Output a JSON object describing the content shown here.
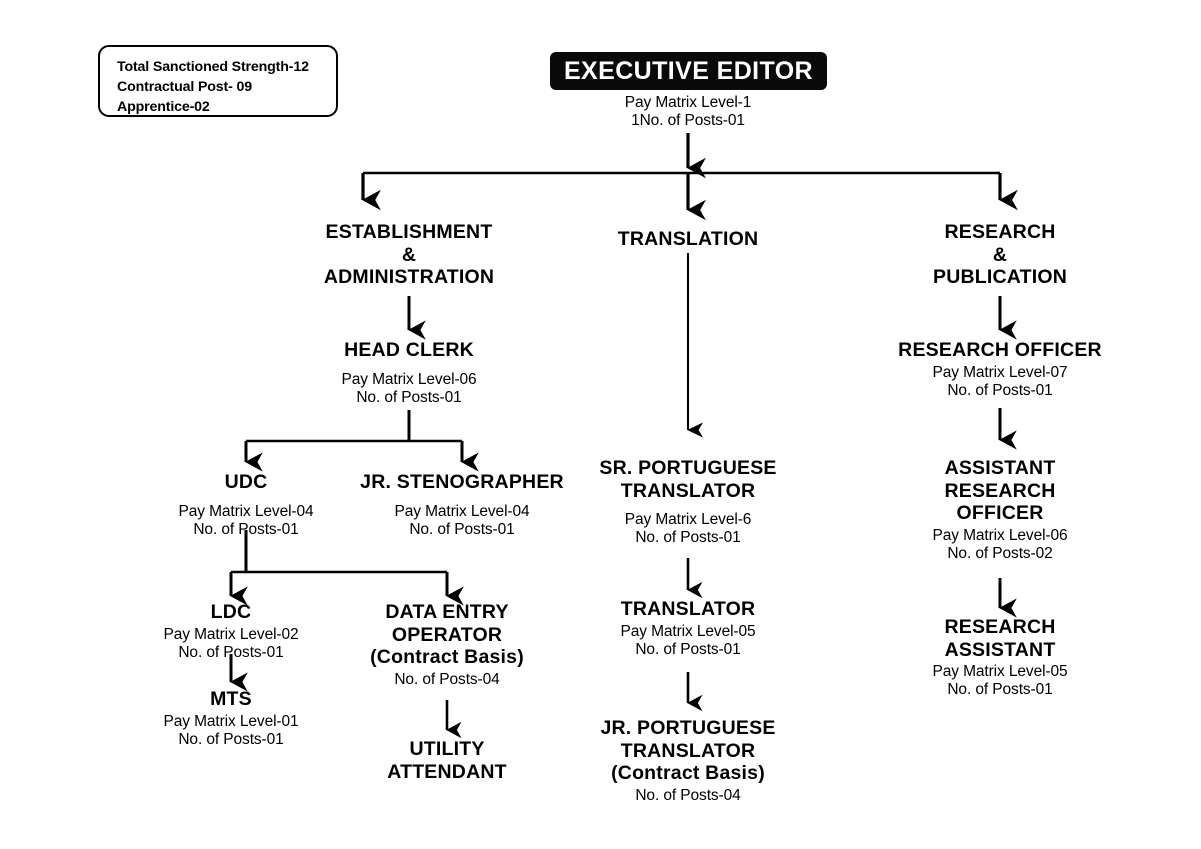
{
  "page": {
    "background": "#ffffff",
    "ink": "#000000",
    "banner_bg": "#0a0a0a",
    "banner_fg": "#ffffff"
  },
  "summary_box": {
    "lines": [
      "Total Sanctioned Strength-12",
      "Contractual Post- 09",
      "Apprentice-02"
    ]
  },
  "root": {
    "banner_label": "EXECUTIVE EDITOR",
    "meta": [
      "Pay Matrix Level-1",
      "1No. of Posts-01"
    ]
  },
  "nodes": {
    "establishment": {
      "title": [
        "ESTABLISHMENT",
        "&",
        "ADMINISTRATION"
      ],
      "meta": []
    },
    "head_clerk": {
      "title": [
        "HEAD CLERK"
      ],
      "meta": [
        "Pay Matrix Level-06",
        "No. of Posts-01"
      ]
    },
    "udc": {
      "title": [
        "UDC"
      ],
      "meta": [
        "Pay Matrix Level-04",
        "No. of Posts-01"
      ]
    },
    "jr_stenographer": {
      "title": [
        "JR. STENOGRAPHER"
      ],
      "meta": [
        "Pay Matrix Level-04",
        "No. of Posts-01"
      ]
    },
    "ldc": {
      "title": [
        "LDC"
      ],
      "meta": [
        "Pay Matrix Level-02",
        "No. of Posts-01"
      ]
    },
    "mts": {
      "title": [
        "MTS"
      ],
      "meta": [
        "Pay Matrix Level-01",
        "No. of Posts-01"
      ]
    },
    "data_entry_operator": {
      "title": [
        "DATA ENTRY",
        "OPERATOR",
        "(Contract Basis)"
      ],
      "meta": [
        "No. of Posts-04"
      ]
    },
    "utility_attendant": {
      "title": [
        "UTILITY",
        "ATTENDANT"
      ],
      "meta": []
    },
    "translation": {
      "title": [
        "TRANSLATION"
      ],
      "meta": []
    },
    "sr_portuguese_translator": {
      "title": [
        "SR. PORTUGUESE",
        "TRANSLATOR"
      ],
      "meta": [
        "Pay Matrix Level-6",
        "No. of Posts-01"
      ]
    },
    "translator": {
      "title": [
        "TRANSLATOR"
      ],
      "meta": [
        "Pay Matrix Level-05",
        "No. of Posts-01"
      ]
    },
    "jr_portuguese_translator": {
      "title": [
        "JR. PORTUGUESE",
        "TRANSLATOR",
        "(Contract Basis)"
      ],
      "meta": [
        "No. of Posts-04"
      ]
    },
    "research": {
      "title": [
        "RESEARCH",
        "&",
        "PUBLICATION"
      ],
      "meta": []
    },
    "research_officer": {
      "title": [
        "RESEARCH OFFICER"
      ],
      "meta": [
        "Pay Matrix Level-07",
        "No. of Posts-01"
      ]
    },
    "assistant_research_officer": {
      "title": [
        "ASSISTANT",
        "RESEARCH",
        "OFFICER"
      ],
      "meta": [
        "Pay Matrix Level-06",
        "No. of Posts-02"
      ]
    },
    "research_assistant": {
      "title": [
        "RESEARCH",
        "ASSISTANT"
      ],
      "meta": [
        "Pay Matrix Level-05",
        "No. of Posts-01"
      ]
    }
  },
  "chart_data": {
    "type": "diagram",
    "title": "Organisational Structure Chart",
    "hierarchy": {
      "name": "EXECUTIVE EDITOR",
      "pay_matrix_level": "1",
      "posts": "01",
      "children": [
        {
          "name": "ESTABLISHMENT & ADMINISTRATION",
          "children": [
            {
              "name": "HEAD CLERK",
              "pay_matrix_level": "06",
              "posts": "01",
              "children": [
                {
                  "name": "UDC",
                  "pay_matrix_level": "04",
                  "posts": "01",
                  "children": [
                    {
                      "name": "LDC",
                      "pay_matrix_level": "02",
                      "posts": "01",
                      "children": [
                        {
                          "name": "MTS",
                          "pay_matrix_level": "01",
                          "posts": "01"
                        }
                      ]
                    },
                    {
                      "name": "DATA ENTRY OPERATOR",
                      "note": "(Contract Basis)",
                      "posts": "04",
                      "children": [
                        {
                          "name": "UTILITY ATTENDANT"
                        }
                      ]
                    }
                  ]
                },
                {
                  "name": "JR. STENOGRAPHER",
                  "pay_matrix_level": "04",
                  "posts": "01"
                }
              ]
            }
          ]
        },
        {
          "name": "TRANSLATION",
          "children": [
            {
              "name": "SR. PORTUGUESE TRANSLATOR",
              "pay_matrix_level": "6",
              "posts": "01",
              "children": [
                {
                  "name": "TRANSLATOR",
                  "pay_matrix_level": "05",
                  "posts": "01",
                  "children": [
                    {
                      "name": "JR. PORTUGUESE TRANSLATOR",
                      "note": "(Contract Basis)",
                      "posts": "04"
                    }
                  ]
                }
              ]
            }
          ]
        },
        {
          "name": "RESEARCH & PUBLICATION",
          "children": [
            {
              "name": "RESEARCH OFFICER",
              "pay_matrix_level": "07",
              "posts": "01",
              "children": [
                {
                  "name": "ASSISTANT RESEARCH OFFICER",
                  "pay_matrix_level": "06",
                  "posts": "02",
                  "children": [
                    {
                      "name": "RESEARCH ASSISTANT",
                      "pay_matrix_level": "05",
                      "posts": "01"
                    }
                  ]
                }
              ]
            }
          ]
        }
      ]
    },
    "totals": {
      "total_sanctioned_strength": 12,
      "contractual_post": 9,
      "apprentice": 2
    }
  }
}
